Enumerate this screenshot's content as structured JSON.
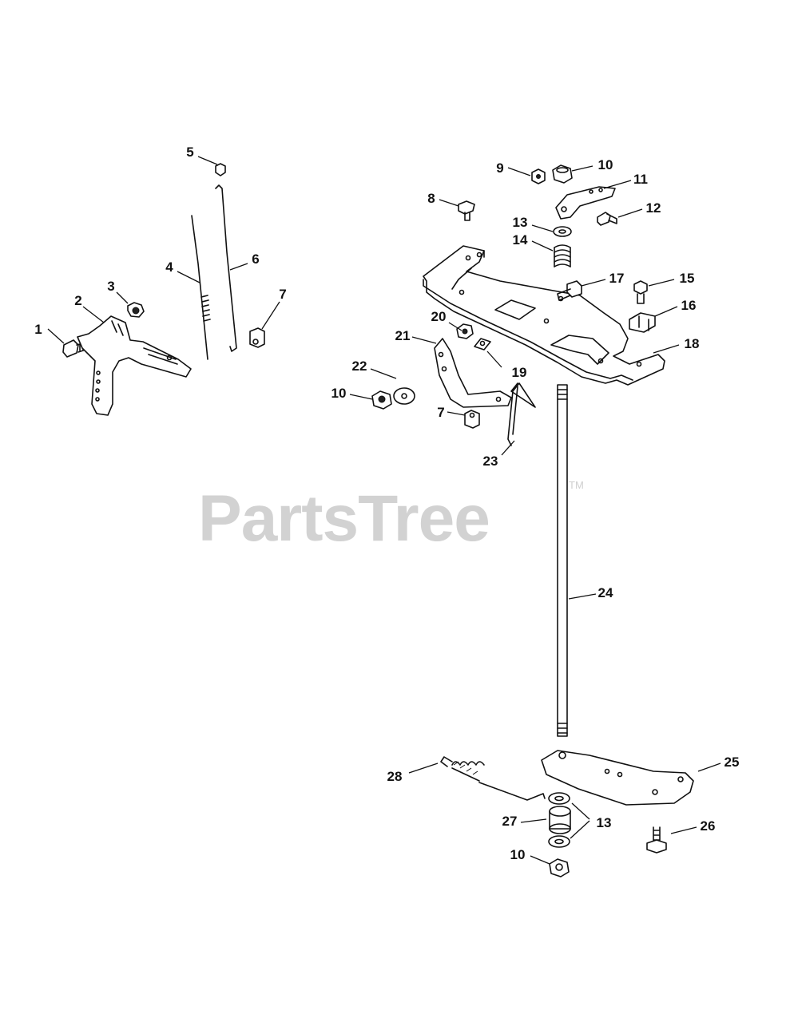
{
  "watermark": {
    "text": "PartsTree",
    "trademark": "TM"
  },
  "callouts": [
    {
      "id": "c1",
      "label": "1"
    },
    {
      "id": "c2",
      "label": "2"
    },
    {
      "id": "c3",
      "label": "3"
    },
    {
      "id": "c4",
      "label": "4"
    },
    {
      "id": "c5",
      "label": "5"
    },
    {
      "id": "c6",
      "label": "6"
    },
    {
      "id": "c7a",
      "label": "7"
    },
    {
      "id": "c7b",
      "label": "7"
    },
    {
      "id": "c8",
      "label": "8"
    },
    {
      "id": "c9",
      "label": "9"
    },
    {
      "id": "c10a",
      "label": "10"
    },
    {
      "id": "c10b",
      "label": "10"
    },
    {
      "id": "c10c",
      "label": "10"
    },
    {
      "id": "c11",
      "label": "11"
    },
    {
      "id": "c12",
      "label": "12"
    },
    {
      "id": "c13a",
      "label": "13"
    },
    {
      "id": "c13b",
      "label": "13"
    },
    {
      "id": "c14",
      "label": "14"
    },
    {
      "id": "c15",
      "label": "15"
    },
    {
      "id": "c16",
      "label": "16"
    },
    {
      "id": "c17",
      "label": "17"
    },
    {
      "id": "c18",
      "label": "18"
    },
    {
      "id": "c19",
      "label": "19"
    },
    {
      "id": "c20",
      "label": "20"
    },
    {
      "id": "c21",
      "label": "21"
    },
    {
      "id": "c22",
      "label": "22"
    },
    {
      "id": "c23",
      "label": "23"
    },
    {
      "id": "c24",
      "label": "24"
    },
    {
      "id": "c25",
      "label": "25"
    },
    {
      "id": "c26",
      "label": "26"
    },
    {
      "id": "c27",
      "label": "27"
    },
    {
      "id": "c28",
      "label": "28"
    }
  ]
}
